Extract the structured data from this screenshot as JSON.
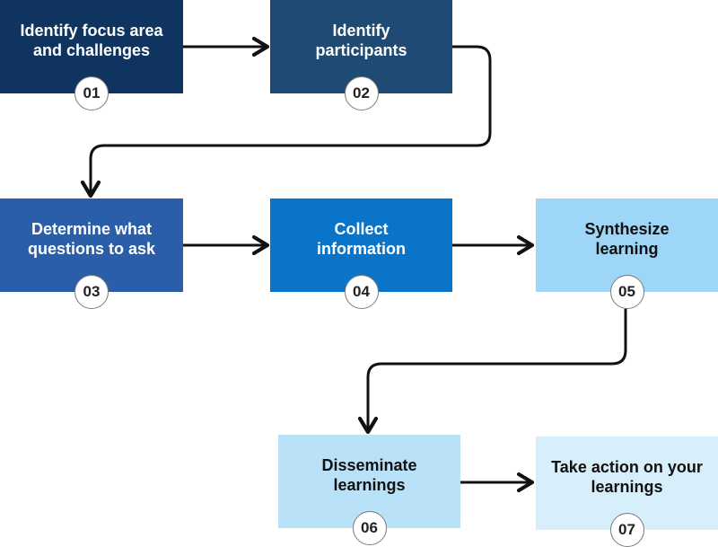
{
  "steps": [
    {
      "label": "Identify focus area\nand challenges",
      "number": "01",
      "bg": "#0f3460",
      "fg": "#ffffff"
    },
    {
      "label": "Identify\nparticipants",
      "number": "02",
      "bg": "#1e4a73",
      "fg": "#ffffff"
    },
    {
      "label": "Determine what\nquestions to ask",
      "number": "03",
      "bg": "#2b5ea8",
      "fg": "#ffffff"
    },
    {
      "label": "Collect\ninformation",
      "number": "04",
      "bg": "#0a74c9",
      "fg": "#ffffff"
    },
    {
      "label": "Synthesize\nlearning",
      "number": "05",
      "bg": "#9ed6f7",
      "fg": "#111111"
    },
    {
      "label": "Disseminate\nlearnings",
      "number": "06",
      "bg": "#b9e2f8",
      "fg": "#111111"
    },
    {
      "label": "Take action on your\nlearnings",
      "number": "07",
      "bg": "#d7effb",
      "fg": "#111111"
    }
  ]
}
